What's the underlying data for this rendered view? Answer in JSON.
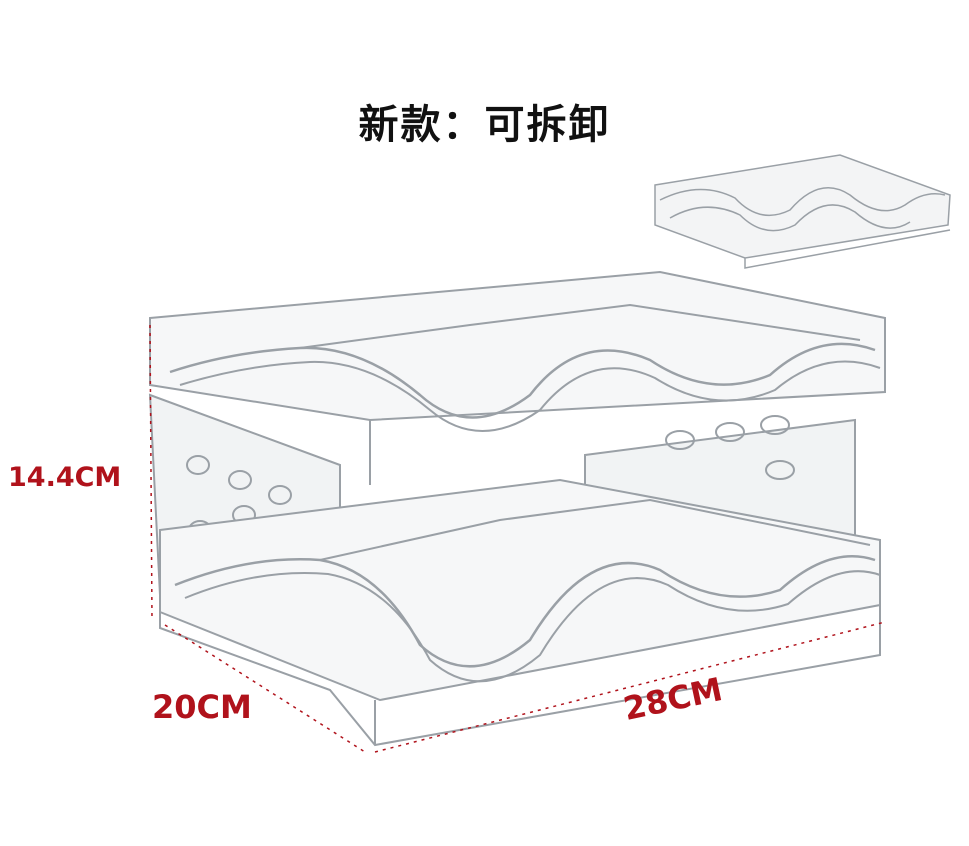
{
  "title": "新款：可拆卸",
  "dimensions": {
    "height": "14.4CM",
    "depth": "20CM",
    "width": "28CM"
  },
  "colors": {
    "background": "#ffffff",
    "title": "#111111",
    "dimension_text": "#b0121b",
    "dimension_line": "#b0121b",
    "rack_outline": "#9aa0a6"
  }
}
